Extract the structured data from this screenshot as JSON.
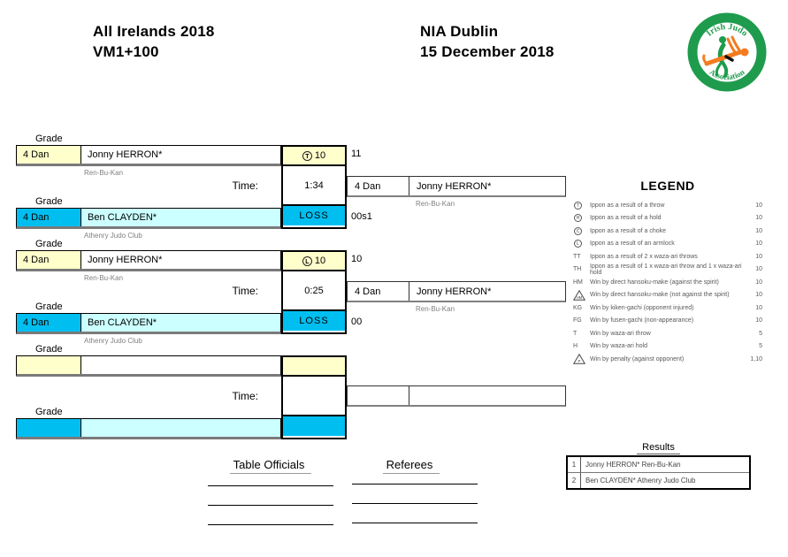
{
  "header": {
    "title": "All Irelands 2018",
    "category": "VM1+100",
    "venue": "NIA Dublin",
    "date": "15 December 2018"
  },
  "logo": {
    "ring_text_top": "Irish Judo",
    "ring_text_bottom": "Association"
  },
  "bracket": {
    "grade_label": "Grade",
    "time_label": "Time:",
    "matches": [
      {
        "rows": [
          {
            "grade": "4 Dan",
            "name": "Jonny HERRON*",
            "club": "Ren-Bu-Kan",
            "score_icon": "T",
            "score": "10",
            "points": "11"
          },
          {
            "grade": "4 Dan",
            "name": "Ben CLAYDEN*",
            "club": "Athenry Judo Club",
            "score": "LOSS",
            "points": "00s1"
          }
        ],
        "time": "1:34",
        "winner": {
          "grade": "4 Dan",
          "name": "Jonny HERRON*",
          "club": "Ren-Bu-Kan"
        }
      },
      {
        "rows": [
          {
            "grade": "4 Dan",
            "name": "Jonny HERRON*",
            "club": "Ren-Bu-Kan",
            "score_icon": "L",
            "score": "10",
            "points": "10"
          },
          {
            "grade": "4 Dan",
            "name": "Ben CLAYDEN*",
            "club": "Athenry Judo Club",
            "score": "LOSS",
            "points": "00"
          }
        ],
        "time": "0:25",
        "winner": {
          "grade": "4 Dan",
          "name": "Jonny HERRON*",
          "club": "Ren-Bu-Kan"
        }
      },
      {
        "rows": [
          {
            "grade": "",
            "name": "",
            "club": "",
            "score": "",
            "points": ""
          },
          {
            "grade": "",
            "name": "",
            "club": "",
            "score": "",
            "points": ""
          }
        ],
        "time": "",
        "winner": {
          "grade": "",
          "name": "",
          "club": ""
        }
      }
    ]
  },
  "legend": {
    "title": "LEGEND",
    "items": [
      {
        "icon": "T",
        "icon_type": "circle",
        "text": "Ippon as a result of a throw",
        "value": "10"
      },
      {
        "icon": "H",
        "icon_type": "circle",
        "text": "Ippon as a result of a hold",
        "value": "10"
      },
      {
        "icon": "C",
        "icon_type": "circle",
        "text": "Ippon as a result of a choke",
        "value": "10"
      },
      {
        "icon": "L",
        "icon_type": "circle",
        "text": "Ippon as a result of an armlock",
        "value": "10"
      },
      {
        "icon": "TT",
        "icon_type": "text",
        "text": "Ippon as a result of 2 x waza-ari throws",
        "value": "10"
      },
      {
        "icon": "TH",
        "icon_type": "text",
        "text": "Ippon as a result of 1 x waza-ari throw and 1 x waza-ari hold",
        "value": "10"
      },
      {
        "icon": "HM",
        "icon_type": "text",
        "text": "Win by direct hansoku-make (against the spirit)",
        "value": "10"
      },
      {
        "icon": "HM",
        "icon_type": "triangle",
        "text": "Win by direct hansoku-make (not against the spirit)",
        "value": "10"
      },
      {
        "icon": "KG",
        "icon_type": "text",
        "text": "Win by kiken-gachi (opponent injured)",
        "value": "10"
      },
      {
        "icon": "FG",
        "icon_type": "text",
        "text": "Win by fusen-gachi (non-appearance)",
        "value": "10"
      },
      {
        "icon": "T",
        "icon_type": "text",
        "text": "Win by waza-ari throw",
        "value": "5"
      },
      {
        "icon": "H",
        "icon_type": "text",
        "text": "Win by waza-ari hold",
        "value": "5"
      },
      {
        "icon": "P",
        "icon_type": "triangle",
        "text": "Win by penalty (against opponent)",
        "value": "1,10"
      }
    ]
  },
  "results": {
    "title": "Results",
    "rows": [
      {
        "rank": "1",
        "text": "Jonny HERRON* Ren-Bu-Kan"
      },
      {
        "rank": "2",
        "text": "Ben CLAYDEN* Athenry Judo Club"
      }
    ]
  },
  "officials": {
    "left_title": "Table Officials",
    "right_title": "Referees"
  },
  "colors": {
    "pale_yellow": "#FFFFCC",
    "bright_cyan": "#00BFF0",
    "light_cyan": "#CCFFFF",
    "logo_green": "#1F9B4D",
    "logo_orange": "#F47B20"
  }
}
